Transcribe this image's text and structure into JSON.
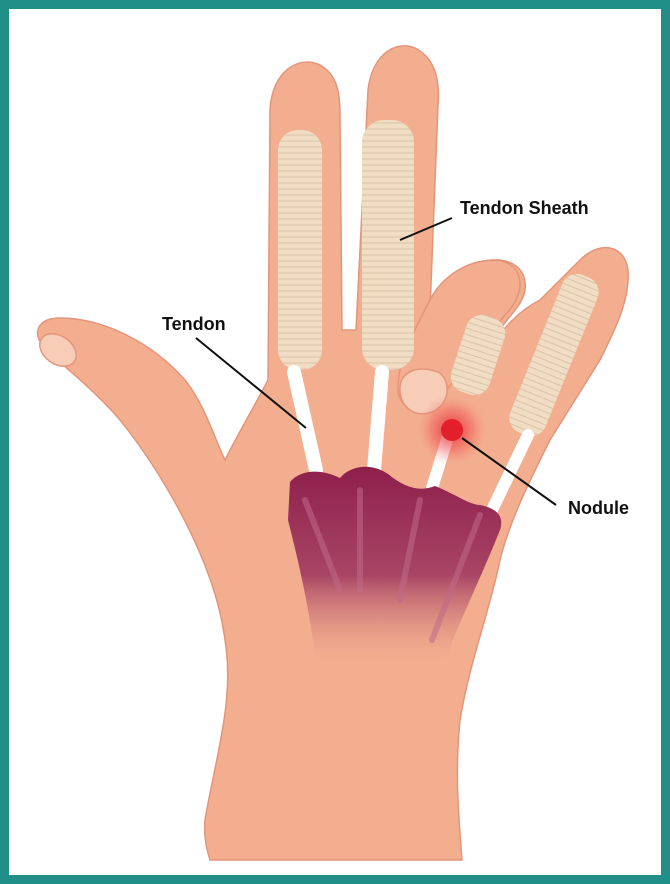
{
  "diagram": {
    "labels": {
      "tendon_sheath": "Tendon Sheath",
      "tendon": "Tendon",
      "nodule": "Nodule"
    },
    "colors": {
      "frame": "#1f8f88",
      "skin": "#f3ae8f",
      "skin_shadow": "#e3957a",
      "sheath": "#f1dcc4",
      "tendon": "#ffffff",
      "palm_tissue": "#8e1f4c",
      "nodule": "#e21f2a"
    }
  }
}
